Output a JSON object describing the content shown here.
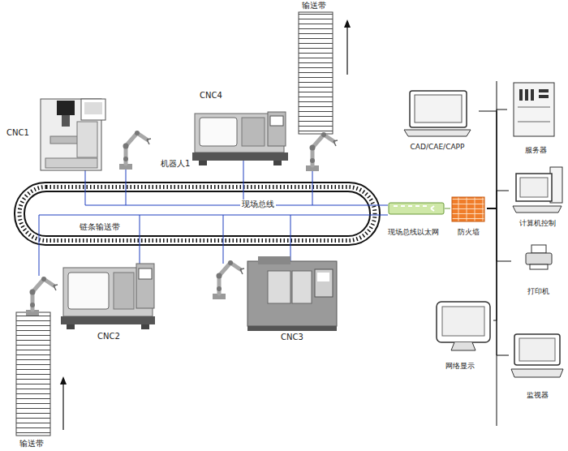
{
  "diagram": {
    "nodes": [
      {
        "text": [
          "CAD/CAE/CAPP"
        ]
      },
      {
        "text": [
          "服务器"
        ]
      },
      {
        "text": [
          "现场总线以太网"
        ]
      },
      {
        "text": [
          "防火墙"
        ]
      },
      {
        "text": [
          "计算机控制"
        ]
      },
      {
        "text": [
          "打印机"
        ]
      },
      {
        "text": [
          "网络显示"
        ]
      },
      {
        "text": [
          "监视器"
        ]
      }
    ],
    "edges": [
      {
        "from": 2,
        "to": 3,
        "arrow": "none"
      },
      {
        "from": 3,
        "to": 0,
        "arrow": "none"
      },
      {
        "from": 3,
        "to": 1,
        "arrow": "none"
      },
      {
        "from": 3,
        "to": 4,
        "arrow": "none"
      },
      {
        "from": 3,
        "to": 5,
        "arrow": "none"
      },
      {
        "from": 3,
        "to": 6,
        "arrow": "none"
      },
      {
        "from": 3,
        "to": 7,
        "arrow": "none"
      }
    ],
    "labels": [
      "输送带",
      "CNC4",
      "CNC1",
      "机器人1",
      "现场总线",
      "链条输送带",
      "CNC2",
      "CNC3",
      "输送带"
    ]
  }
}
